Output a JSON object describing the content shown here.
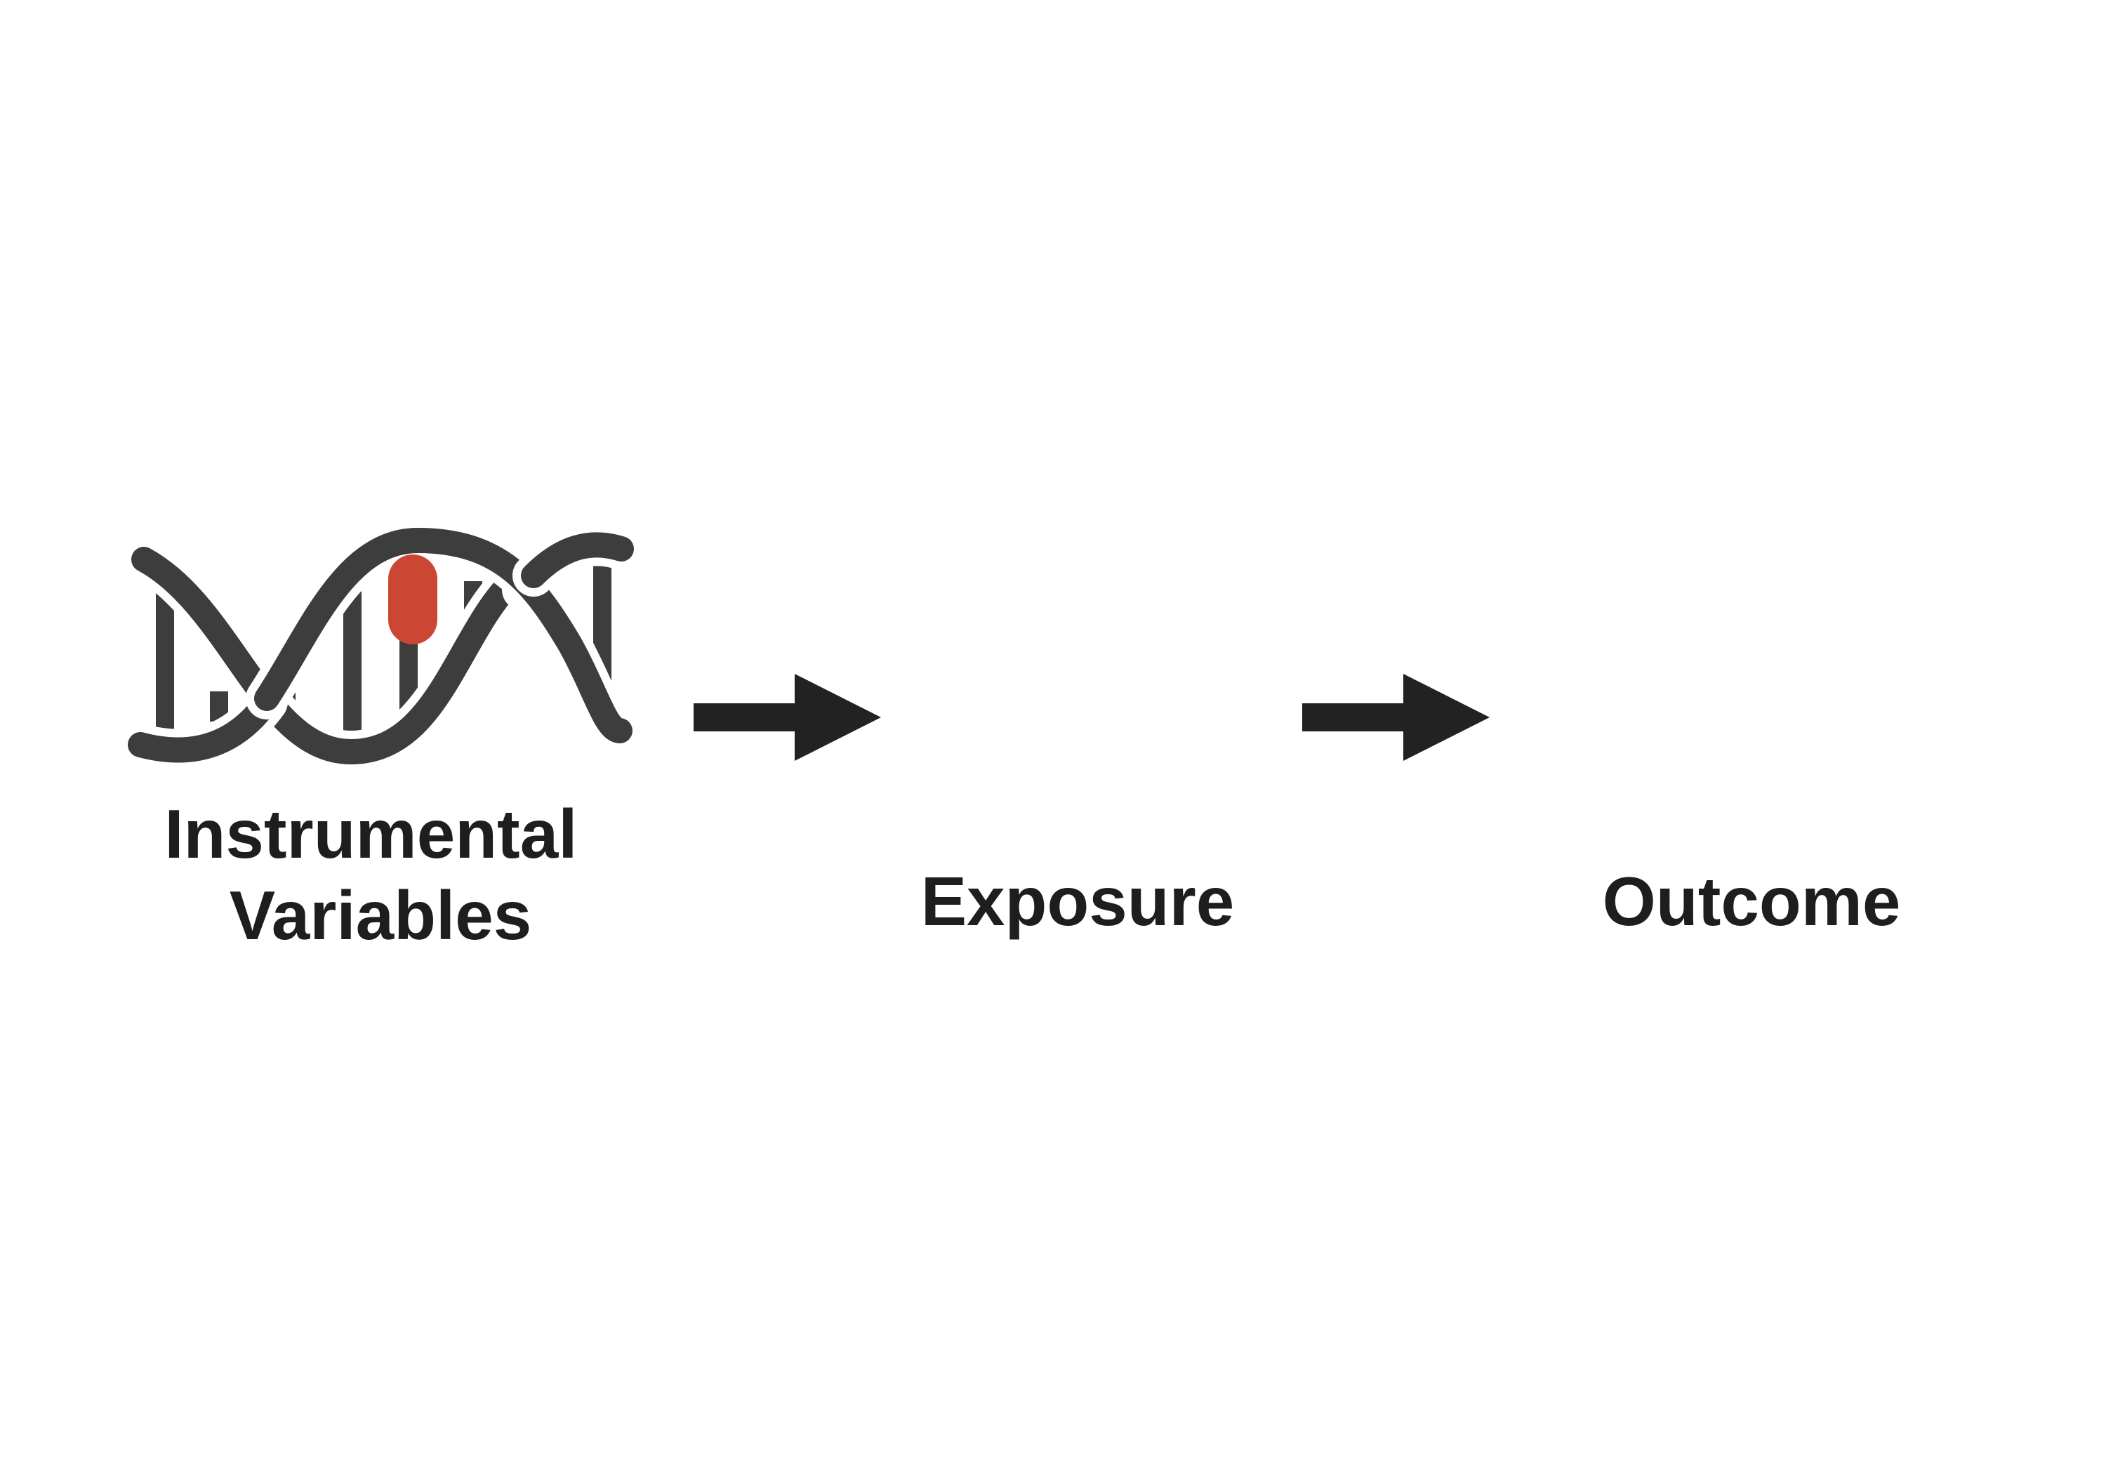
{
  "diagram": {
    "nodes": [
      {
        "id": "instrumental-variables",
        "label_lines": [
          "Instrumental",
          "Variables"
        ],
        "icon": "dna-helix-icon"
      },
      {
        "id": "exposure",
        "label": "Exposure"
      },
      {
        "id": "outcome",
        "label": "Outcome"
      }
    ],
    "edges": [
      {
        "from": "instrumental-variables",
        "to": "exposure"
      },
      {
        "from": "exposure",
        "to": "outcome"
      }
    ]
  },
  "colors": {
    "text": "#1e1e1e",
    "helix": "#3d3d3d",
    "variant_highlight": "#cc4733",
    "arrow": "#222222"
  }
}
